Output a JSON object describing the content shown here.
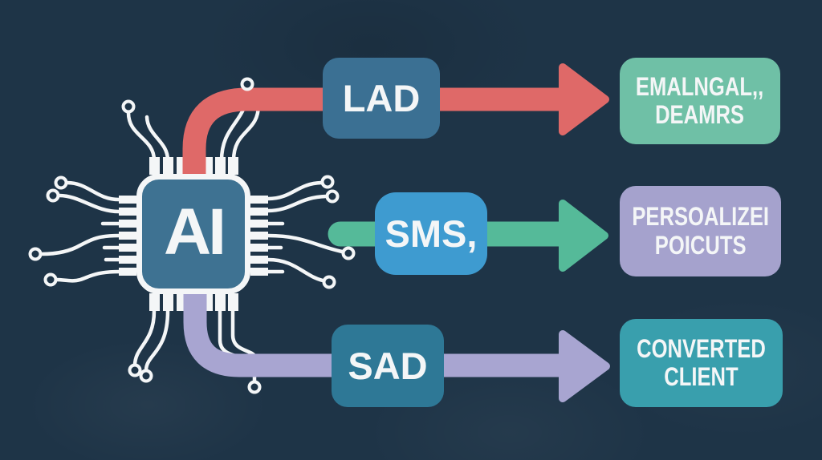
{
  "diagram": {
    "title_present": false,
    "chip": {
      "label": "AI"
    },
    "stages": [
      {
        "id": "lad",
        "label": "LAD"
      },
      {
        "id": "sms",
        "label": "SMS,"
      },
      {
        "id": "sad",
        "label": "SAD"
      }
    ],
    "results": [
      {
        "id": "emails",
        "line1": "EMALNGAL,,",
        "line2": "DEAMRS"
      },
      {
        "id": "personalized",
        "line1": "PERSOALIZEI",
        "line2": "POICUTS"
      },
      {
        "id": "converted",
        "line1": "CONVERTED",
        "line2": "CLIENT"
      }
    ],
    "flows": [
      {
        "from": "AI",
        "via": "LAD",
        "to": "EMALNGAL,, DEAMRS",
        "color_key": "red_arrow"
      },
      {
        "from": "AI",
        "via": "SMS,",
        "to": "PERSOALIZEI POICUTS",
        "color_key": "green_arrow"
      },
      {
        "from": "AI",
        "via": "SAD",
        "to": "CONVERTED CLIENT",
        "color_key": "purple_arrow"
      }
    ],
    "colors": {
      "background": "#1e3447",
      "white": "#f4f6f7",
      "chip_fill": "#3e7292",
      "red_arrow": "#df6968",
      "green_arrow": "#55ba99",
      "purple_arrow": "#a8a5d1",
      "lad_box": "#3b7093",
      "sms_box": "#3e9bd0",
      "sad_box": "#2e7896",
      "emails_box": "#6fc0a6",
      "personalized_box": "#a5a2cd",
      "converted_box": "#399fad"
    }
  }
}
